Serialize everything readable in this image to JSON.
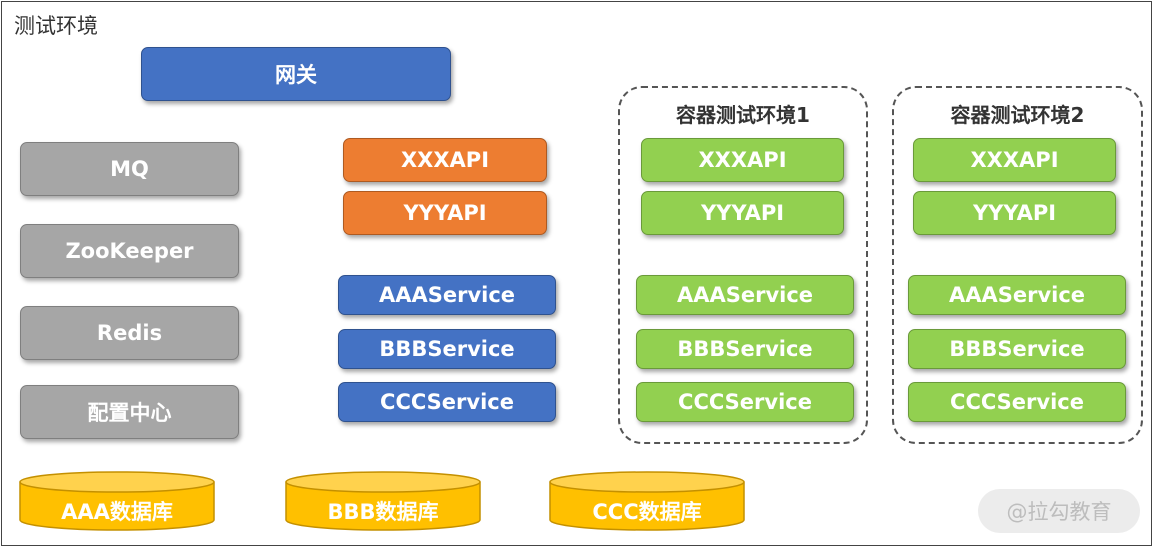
{
  "environment": {
    "title": "测试环境"
  },
  "gateway": {
    "label": "网关"
  },
  "infrastructure": [
    {
      "label": "MQ"
    },
    {
      "label": "ZooKeeper"
    },
    {
      "label": "Redis"
    },
    {
      "label": "配置中心"
    }
  ],
  "main_apis": [
    {
      "label": "XXXAPI"
    },
    {
      "label": "YYYAPI"
    }
  ],
  "main_services": [
    {
      "label": "AAAService"
    },
    {
      "label": "BBBService"
    },
    {
      "label": "CCCService"
    }
  ],
  "containers": [
    {
      "title": "容器测试环境1",
      "apis": [
        {
          "label": "XXXAPI"
        },
        {
          "label": "YYYAPI"
        }
      ],
      "services": [
        {
          "label": "AAAService"
        },
        {
          "label": "BBBService"
        },
        {
          "label": "CCCService"
        }
      ]
    },
    {
      "title": "容器测试环境2",
      "apis": [
        {
          "label": "XXXAPI"
        },
        {
          "label": "YYYAPI"
        }
      ],
      "services": [
        {
          "label": "AAAService"
        },
        {
          "label": "BBBService"
        },
        {
          "label": "CCCService"
        }
      ]
    }
  ],
  "databases": [
    {
      "label": "AAA数据库"
    },
    {
      "label": "BBB数据库"
    },
    {
      "label": "CCC数据库"
    }
  ],
  "watermark": {
    "text": "@拉勾教育"
  },
  "colors": {
    "gateway": "#4472c4",
    "service": "#4472c4",
    "api": "#ed7d31",
    "container_item": "#92d050",
    "infrastructure": "#a6a6a6",
    "database": "#ffc000"
  }
}
